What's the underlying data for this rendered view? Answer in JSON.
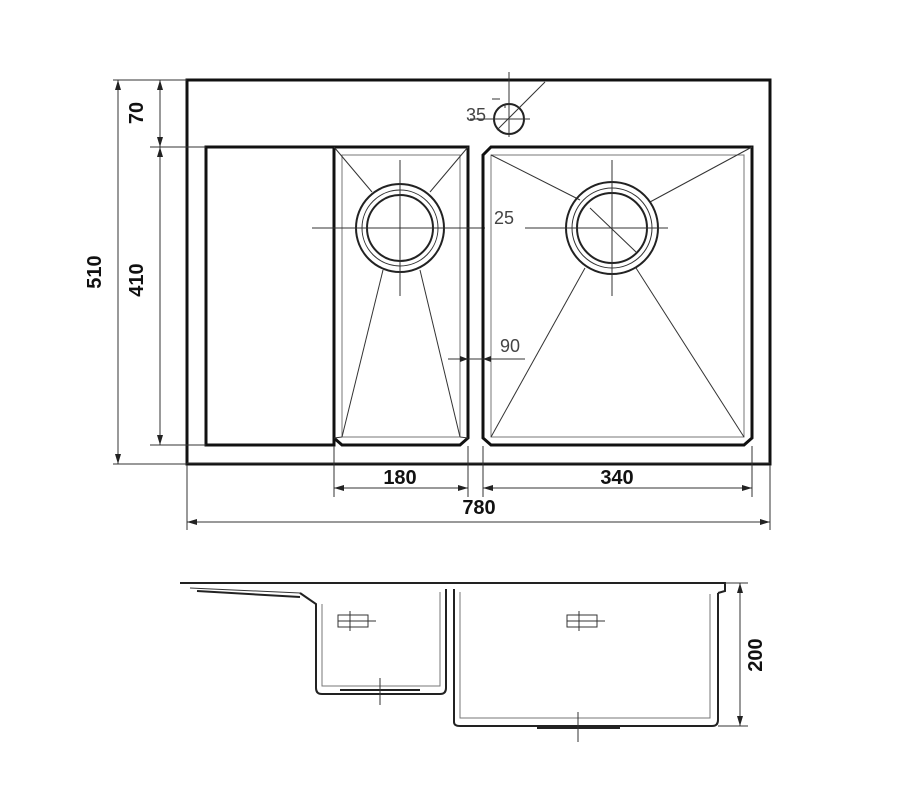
{
  "dimensions": {
    "overall_width": "780",
    "overall_depth": "510",
    "back_ledge": "70",
    "bowl_depth": "410",
    "small_bowl_width": "180",
    "large_bowl_width": "340",
    "tap_hole": "35",
    "drain_offset": "25",
    "bowl_divider": "90",
    "bowl_height": "200"
  }
}
